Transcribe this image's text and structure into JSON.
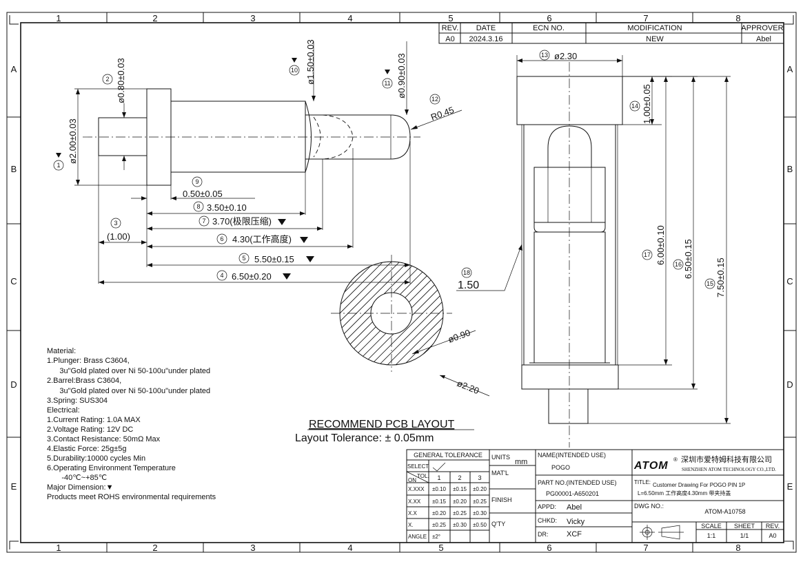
{
  "border": {
    "col_labels": [
      "1",
      "2",
      "3",
      "4",
      "5",
      "6",
      "7",
      "8"
    ],
    "row_labels": [
      "A",
      "B",
      "C",
      "D",
      "E"
    ]
  },
  "revision_table": {
    "headers": [
      "REV.",
      "DATE",
      "ECN NO.",
      "MODIFICATION",
      "APPROVER"
    ],
    "row": [
      "A0",
      "2024.3.16",
      "",
      "NEW",
      "Abel"
    ]
  },
  "side_view": {
    "balloons": [
      "1",
      "2",
      "3",
      "9",
      "8",
      "7",
      "6",
      "5",
      "4",
      "10",
      "11",
      "12"
    ],
    "dims": {
      "d1": "ø2.00±0.03",
      "d2": "ø0.80±0.03",
      "d10": "ø1.50±0.03",
      "d11": "ø0.90±0.03",
      "d12": "R0.45",
      "d9": "0.50±0.05",
      "d8": "3.50±0.10",
      "d7": "3.70(极限压缩)",
      "d3": "(1.00)",
      "d6": "4.30(工作高度)",
      "d5": "5.50±0.15",
      "d4": "6.50±0.20"
    }
  },
  "front_view": {
    "balloons": [
      "13",
      "14",
      "17",
      "16",
      "15",
      "18"
    ],
    "dims": {
      "d13": "ø2.30",
      "d14": "1.00±0.05",
      "d17": "6.00±0.10",
      "d16": "6.50±0.15",
      "d15": "7.50±0.15",
      "d18": "1.50"
    }
  },
  "pcb_layout": {
    "inner_dia": "ø0.90",
    "outer_dia": "ø2.20",
    "title": "RECOMMEND PCB LAYOUT",
    "tolerance": "Layout Tolerance: ± 0.05mm"
  },
  "notes": [
    "Material:",
    "1.Plunger: Brass C3604,",
    "      3u\"Gold plated over Ni 50-100u\"under plated",
    "2.Barrel:Brass C3604,",
    "      3u\"Gold plated over Ni 50-100u\"under plated",
    "3.Spring: SUS304",
    "Electrical:",
    "1.Current Rating: 1.0A MAX",
    "2.Voltage Rating: 12V DC",
    "3.Contact Resistance: 50mΩ Max",
    "4.Elastic Force: 25g±5g",
    "5.Durability:10000 cycles Min",
    "6.Operating Environment Temperature",
    "       -40℃~+85℃",
    "Major Dimension:▼",
    "Products meet ROHS environmental requirements"
  ],
  "tolerance_table": {
    "title": "GENERAL TOLERANCE",
    "select": "SELECT",
    "tol": "TOL.",
    "on": "ON",
    "cols": [
      "1",
      "2",
      "3"
    ],
    "rows": [
      {
        "label": "X.XXX",
        "vals": [
          "±0.10",
          "±0.15",
          "±0.20"
        ]
      },
      {
        "label": "X.XX",
        "vals": [
          "±0.15",
          "±0.20",
          "±0.25"
        ]
      },
      {
        "label": "X.X",
        "vals": [
          "±0.20",
          "±0.25",
          "±0.30"
        ]
      },
      {
        "label": "X.",
        "vals": [
          "±0.25",
          "±0.30",
          "±0.50"
        ]
      },
      {
        "label": "ANGLE",
        "vals": [
          "±2°",
          "",
          ""
        ]
      }
    ]
  },
  "title_block": {
    "units_label": "UNITS",
    "units_value": "mm",
    "matl_label": "MAT'L",
    "finish_label": "FINISH",
    "qty_label": "Q'TY",
    "name_label": "NAME(INTENDED USE)",
    "name_value": "POGO",
    "part_label": "PART NO.(INTENDED USE)",
    "part_value": "PG00001-A650201",
    "appd_label": "APPD:",
    "appd_value": "Abel",
    "chkd_label": "CHKD:",
    "chkd_value": "Vicky",
    "dr_label": "DR:",
    "dr_value": "XCF",
    "logo": "ATOM",
    "company_cn": "深圳市爱特姆科技有限公司",
    "company_en": "SHENZHEN ATOM TECHNOLOGY CO.,LTD.",
    "title_label": "TITLE:",
    "title_line1": "Customer Drawing For POGO PIN 1P",
    "title_line2": "L=6.50mm  工作高度4.30mm  带夹持盖",
    "dwg_label": "DWG NO.:",
    "dwg_value": "ATOM-A10758",
    "scale_label": "SCALE",
    "scale_value": "1:1",
    "sheet_label": "SHEET",
    "sheet_value": "1/1",
    "rev_label": "REV.",
    "rev_value": "A0"
  }
}
